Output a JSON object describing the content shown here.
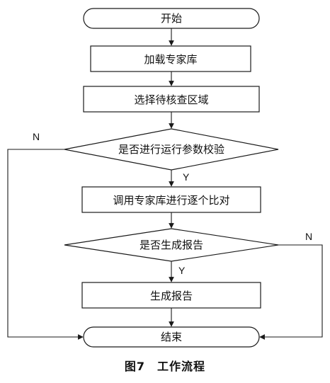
{
  "nodes": {
    "start": "开始",
    "load_kb": "加载专家库",
    "select_area": "选择待核查区域",
    "decision_check": "是否进行运行参数校验",
    "compare": "调用专家库进行逐个比对",
    "decision_report": "是否生成报告",
    "generate": "生成报告",
    "end": "结束"
  },
  "edges": {
    "check_yes": "Y",
    "check_no": "N",
    "report_yes": "Y",
    "report_no": "N"
  },
  "caption": "图7　工作流程"
}
